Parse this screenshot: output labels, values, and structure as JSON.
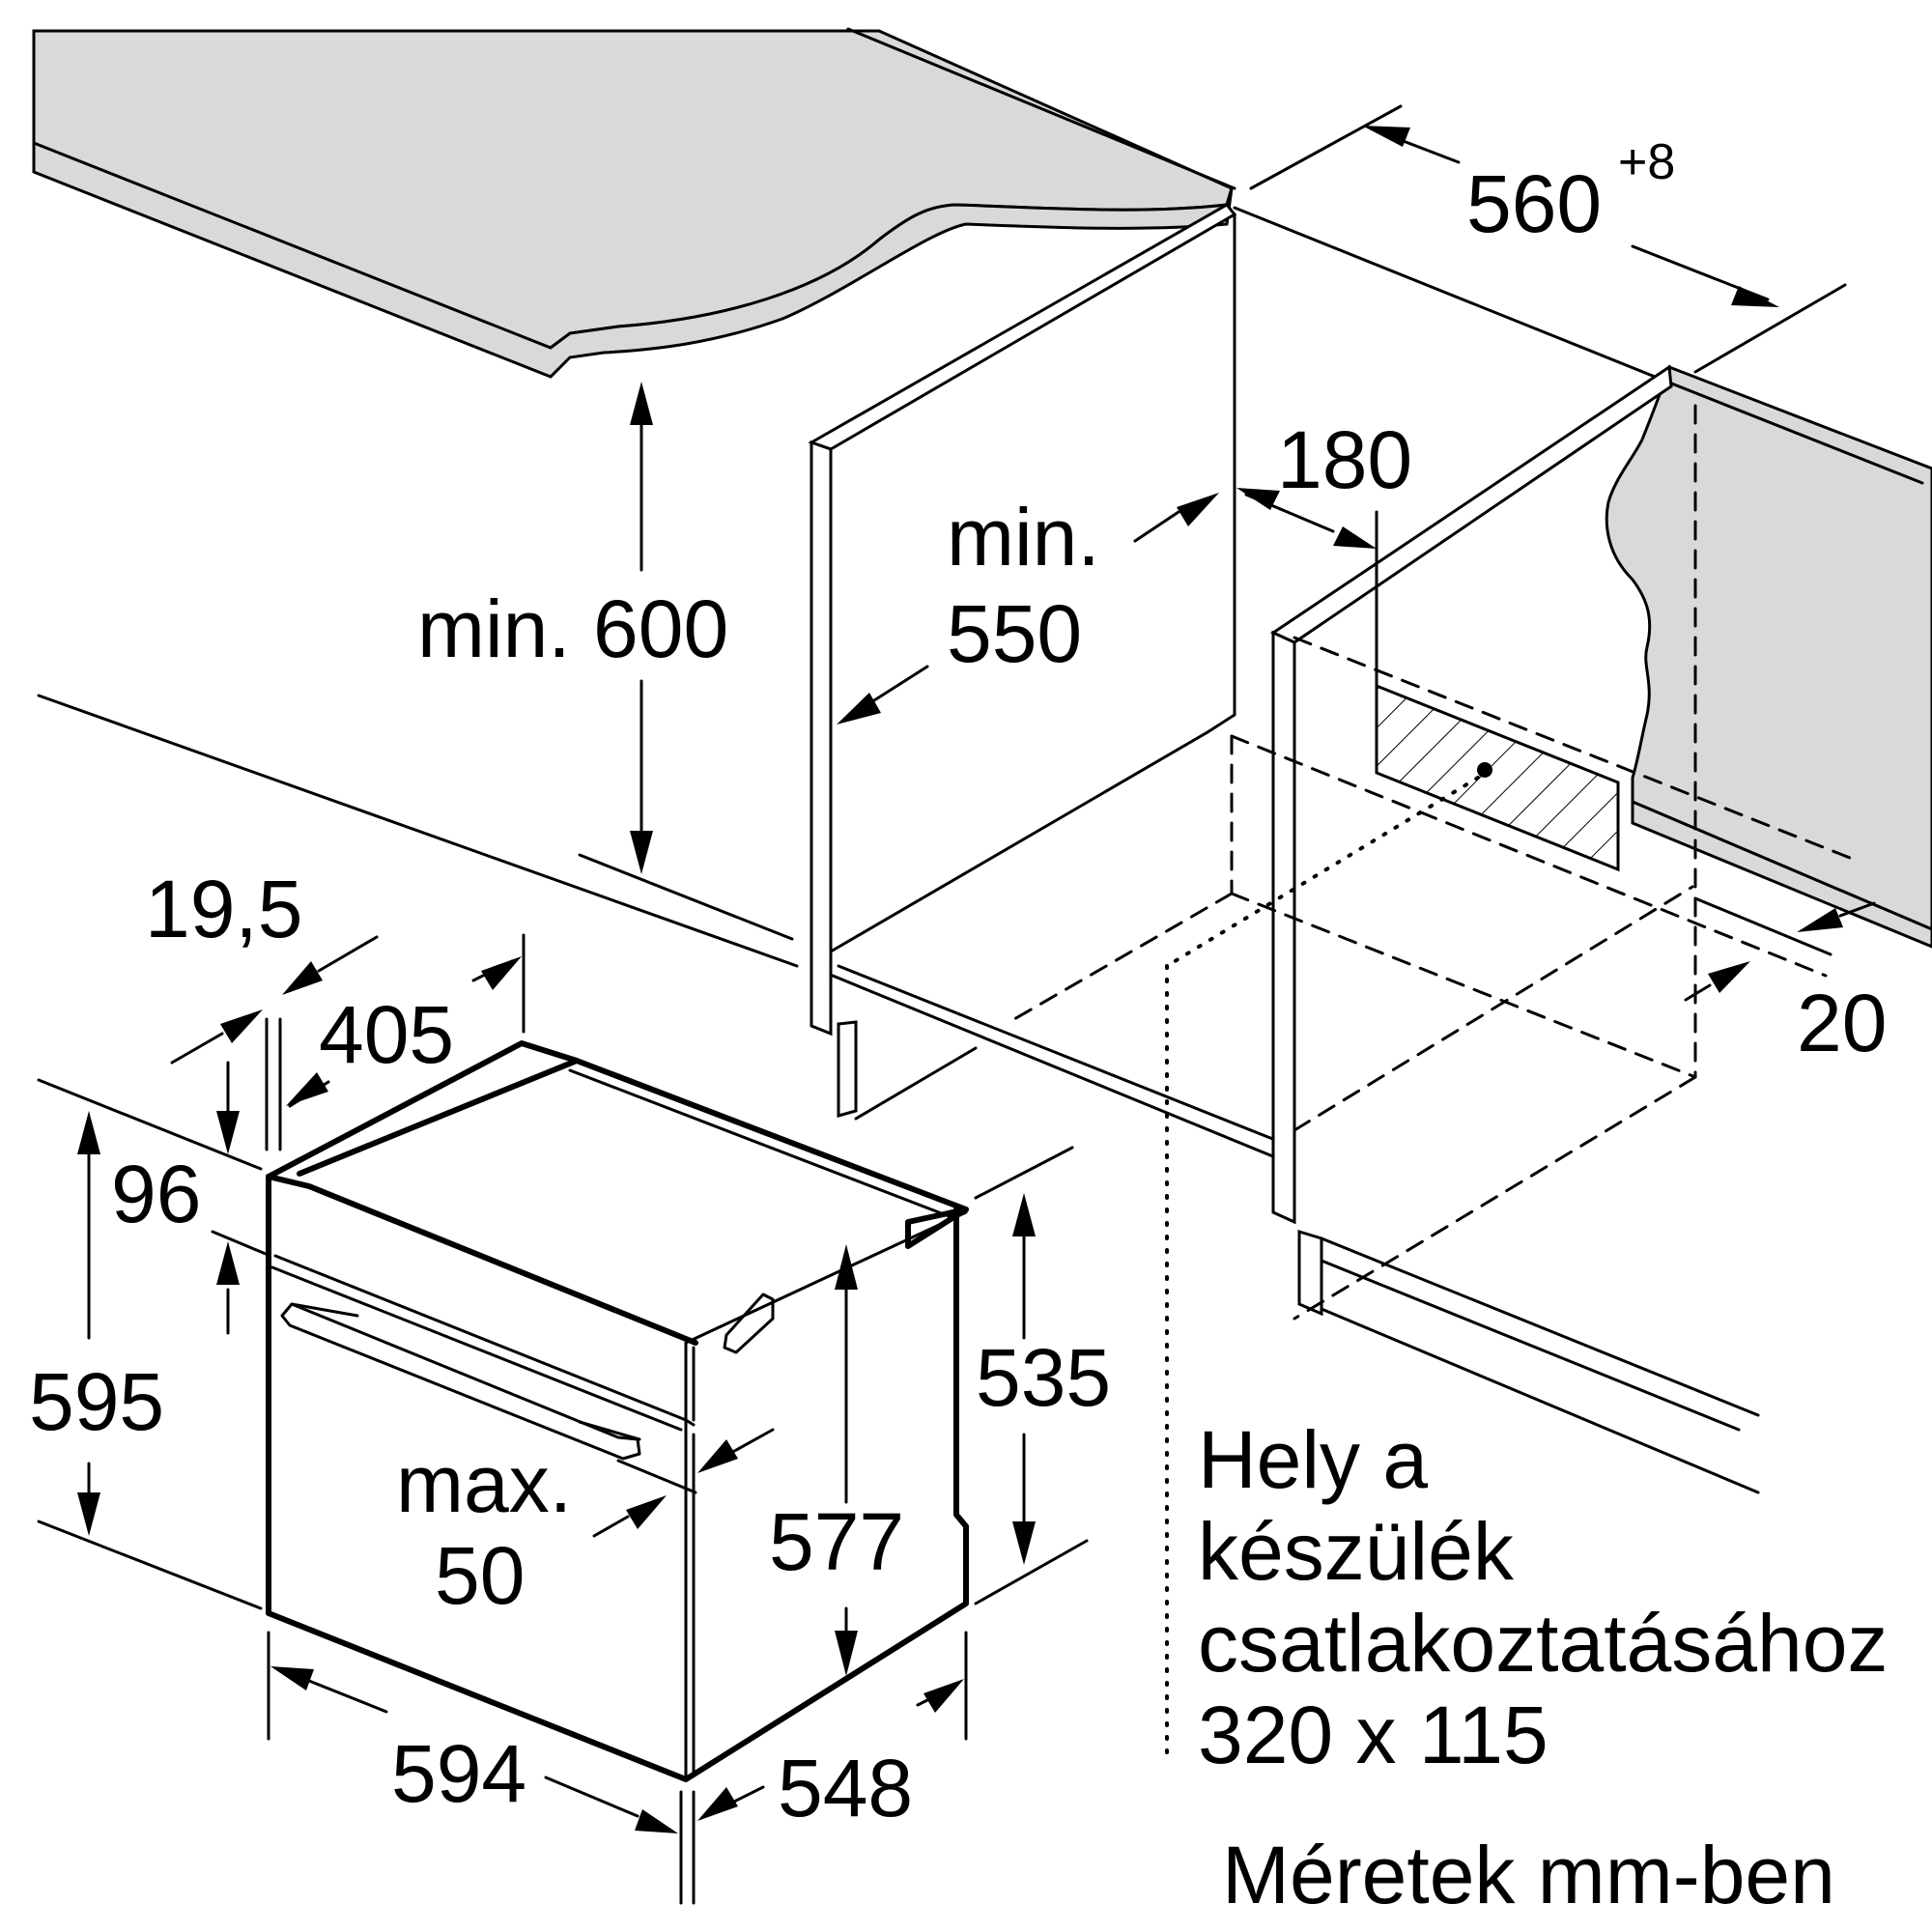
{
  "dimensions": {
    "niche_width": "560",
    "niche_width_tolerance": "+8",
    "min_height_label": "min. 600",
    "min_depth_line1": "min.",
    "min_depth_line2": "550",
    "rear_gap": "180",
    "side_gap": "20",
    "panel_offset": "19,5",
    "depth_405": "405",
    "height_96": "96",
    "total_height": "595",
    "body_height": "535",
    "inner_height": "577",
    "front_width": "594",
    "body_depth": "548",
    "max_line1": "max.",
    "max_line2": "50"
  },
  "connection_note": {
    "line1": "Hely a",
    "line2": "készülék",
    "line3": "csatlakoztatásához",
    "line4": "320 x 115"
  },
  "units_note": "Méretek mm-ben"
}
